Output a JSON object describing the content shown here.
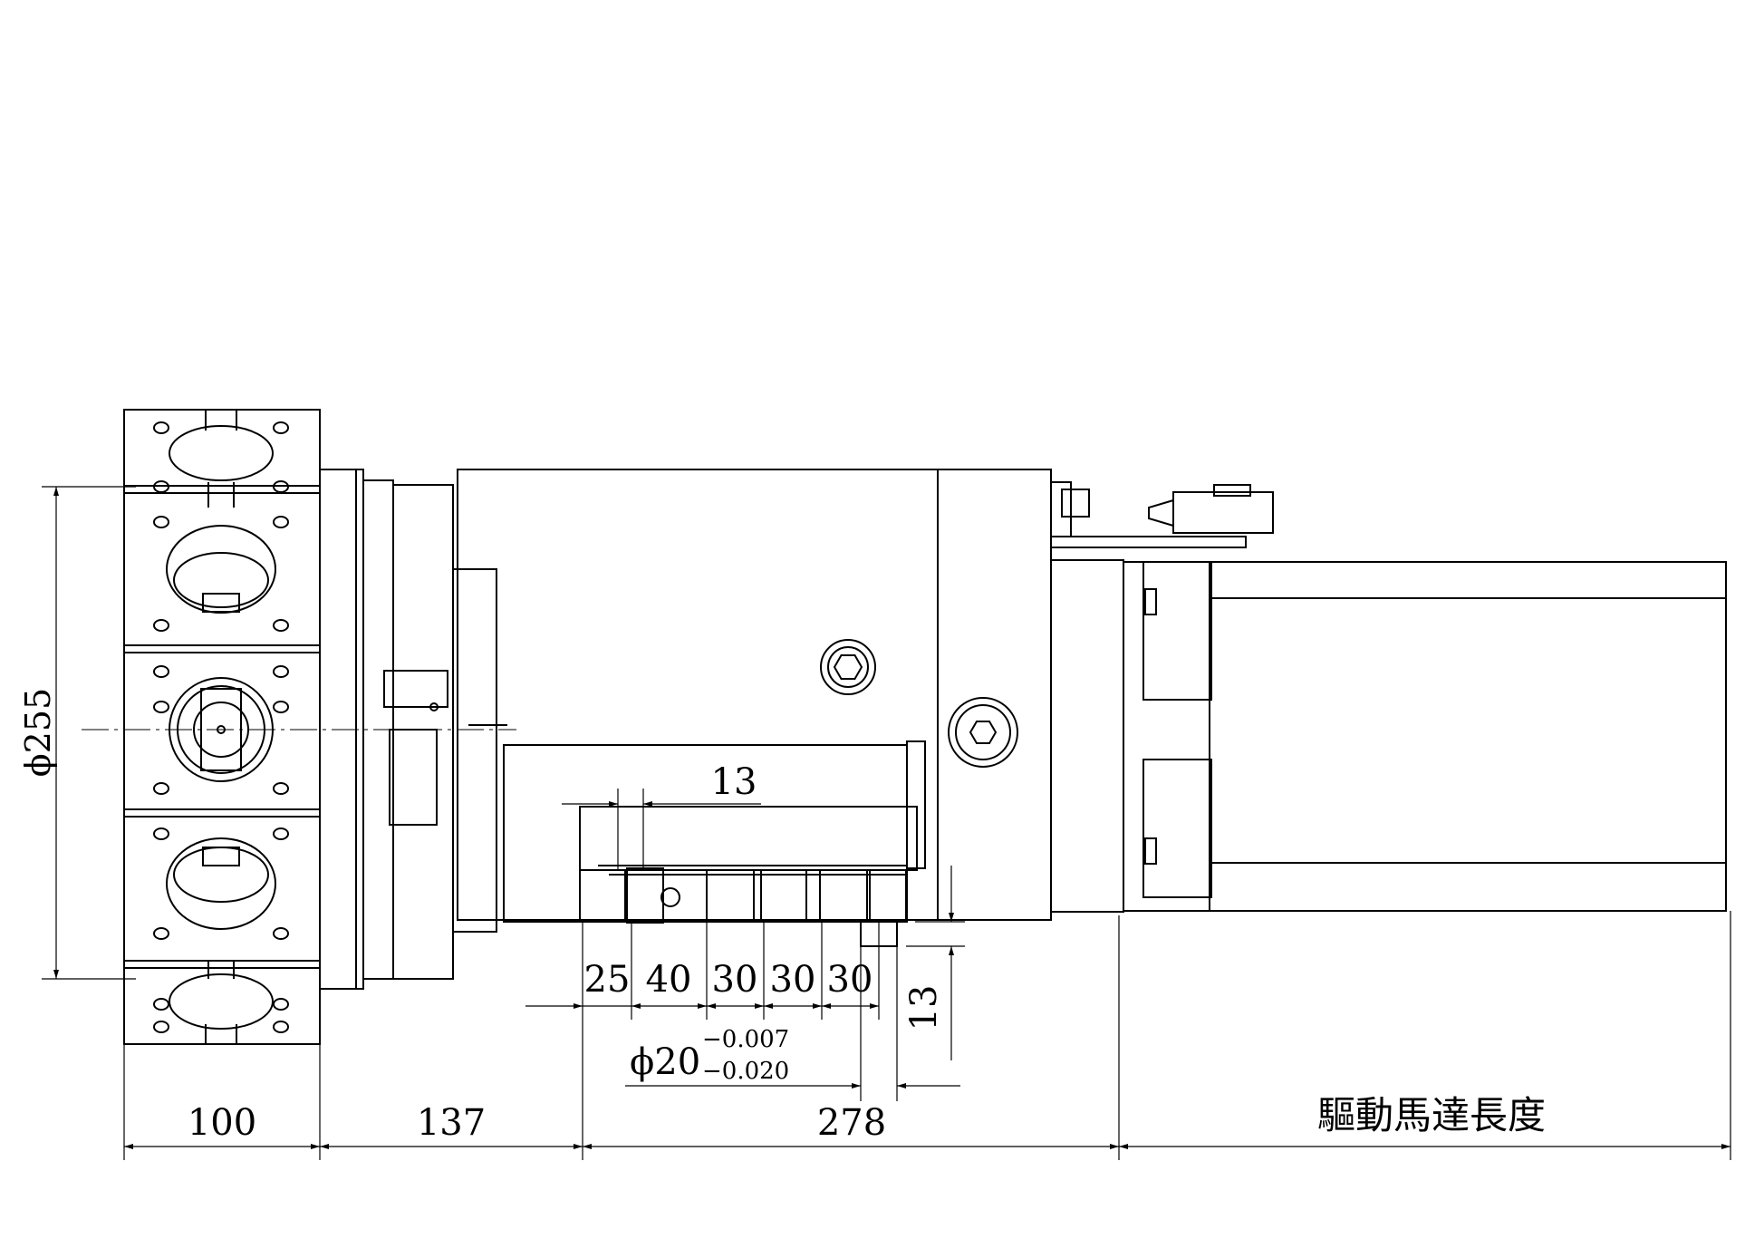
{
  "drawing": {
    "dims": {
      "dia_255": "ϕ255",
      "d100": "100",
      "d137": "137",
      "d278": "278",
      "motor_length": "驅動馬達長度",
      "d13_top": "13",
      "d13_side": "13",
      "d25": "25",
      "d40": "40",
      "d30a": "30",
      "d30b": "30",
      "d30c": "30",
      "phi20": "ϕ20",
      "tol_upper": "−0.007",
      "tol_lower": "−0.020"
    },
    "colors": {
      "line": "#000000",
      "background": "#ffffff"
    }
  }
}
